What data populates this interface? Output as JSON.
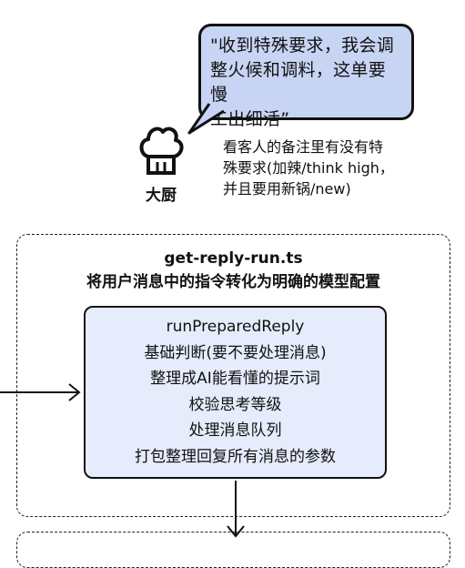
{
  "bubble": {
    "lines": [
      "\"收到特殊要求，我会调",
      "整火候和调料，这单要慢",
      "工出细活”"
    ]
  },
  "chef": {
    "label": "大厨",
    "icon": "chef-hat-icon"
  },
  "note": {
    "lines": [
      "看客人的备注里有没有特",
      "殊要求(加辣/think high，",
      "并且要用新锅/new)"
    ]
  },
  "module": {
    "title": "get-reply-run.ts",
    "subtitle": "将用户消息中的指令转化为明确的模型配置",
    "function_box": {
      "lines": [
        "runPreparedReply",
        "基础判断(要不要处理消息)",
        "整理成AI能看懂的提示词",
        "校验思考等级",
        "处理消息队列",
        "打包整理回复所有消息的参数"
      ]
    }
  },
  "colors": {
    "bubble_fill": "#c7d4f3",
    "box_fill": "#e6ecfb",
    "stroke": "#111111"
  }
}
